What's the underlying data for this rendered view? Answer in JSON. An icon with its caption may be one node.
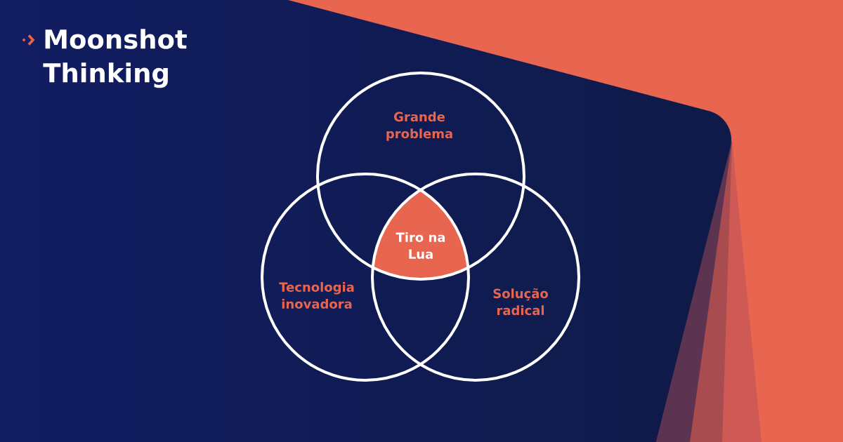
{
  "diagram": {
    "title": "Moonshot Thinking",
    "nodes": [
      {
        "text": [
          "Grande problema"
        ]
      },
      {
        "text": [
          "Tiro na Lua"
        ]
      },
      {
        "text": [
          "Tecnologia inovadora"
        ]
      },
      {
        "text": [
          "Solução radical"
        ]
      }
    ]
  }
}
